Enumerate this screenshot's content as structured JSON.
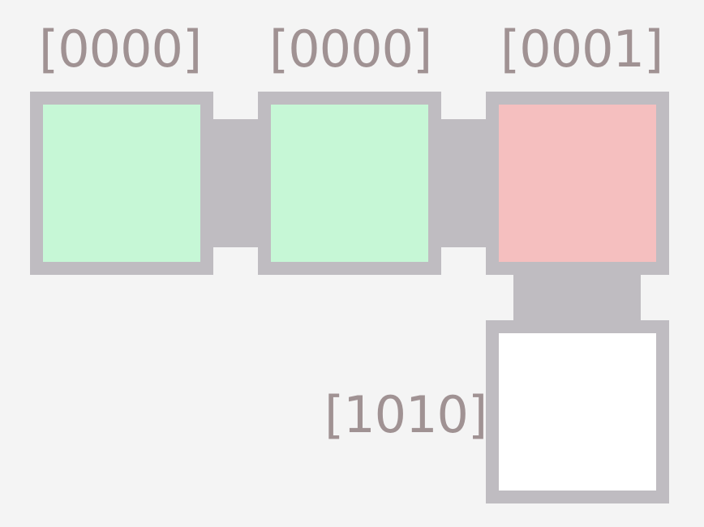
{
  "diagram": {
    "cells": [
      {
        "id": "cell-1",
        "label": "[0000]",
        "fill": "#c6f7d6"
      },
      {
        "id": "cell-2",
        "label": "[0000]",
        "fill": "#c6f7d6"
      },
      {
        "id": "cell-3",
        "label": "[0001]",
        "fill": "#f5bfbf"
      },
      {
        "id": "cell-4",
        "label": "[1010]",
        "fill": "#ffffff"
      }
    ],
    "colors": {
      "background": "#f4f4f4",
      "frame": "#bfbcc1",
      "label_text": "#a09293"
    }
  }
}
